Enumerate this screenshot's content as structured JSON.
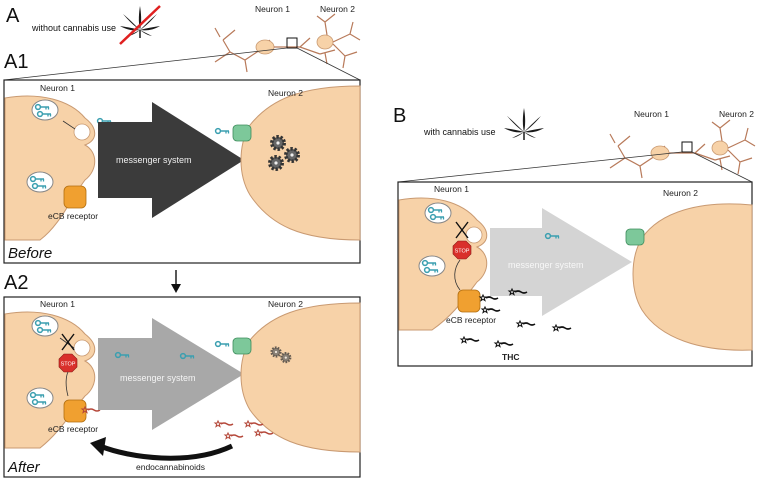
{
  "panel_a": {
    "label": "A",
    "caption": "without cannabis use",
    "neuron1": "Neuron 1",
    "neuron2": "Neuron 2",
    "a1": {
      "label": "A1",
      "neuron1": "Neuron 1",
      "neuron2": "Neuron 2",
      "arrow_text": "messenger system",
      "receptor": "eCB receptor",
      "state": "Before"
    },
    "a2": {
      "label": "A2",
      "neuron1": "Neuron 1",
      "neuron2": "Neuron 2",
      "arrow_text": "messenger system",
      "receptor": "eCB receptor",
      "stop": "STOP",
      "feedback": "endocannabinoids",
      "state": "After"
    }
  },
  "panel_b": {
    "label": "B",
    "caption": "with cannabis use",
    "neuron1": "Neuron 1",
    "neuron2": "Neuron 2",
    "box": {
      "neuron1": "Neuron 1",
      "neuron2": "Neuron 2",
      "arrow_text": "messenger system",
      "receptor": "eCB receptor",
      "stop": "STOP",
      "thc": "THC"
    }
  },
  "colors": {
    "cell": "#f7d2a8",
    "cell_edge": "#c99a72",
    "key": "#3a9fb0",
    "receptor_green": "#7dc89a",
    "ecb_receptor": "#f0a030",
    "dark_arrow": "#3b3b3b",
    "gray_arrow": "#a8a8a8",
    "light_arrow": "#d4d4d4",
    "stop": "#d9302b",
    "endocannabinoid": "#b5483a",
    "neuron_branch": "#b87a5a"
  }
}
